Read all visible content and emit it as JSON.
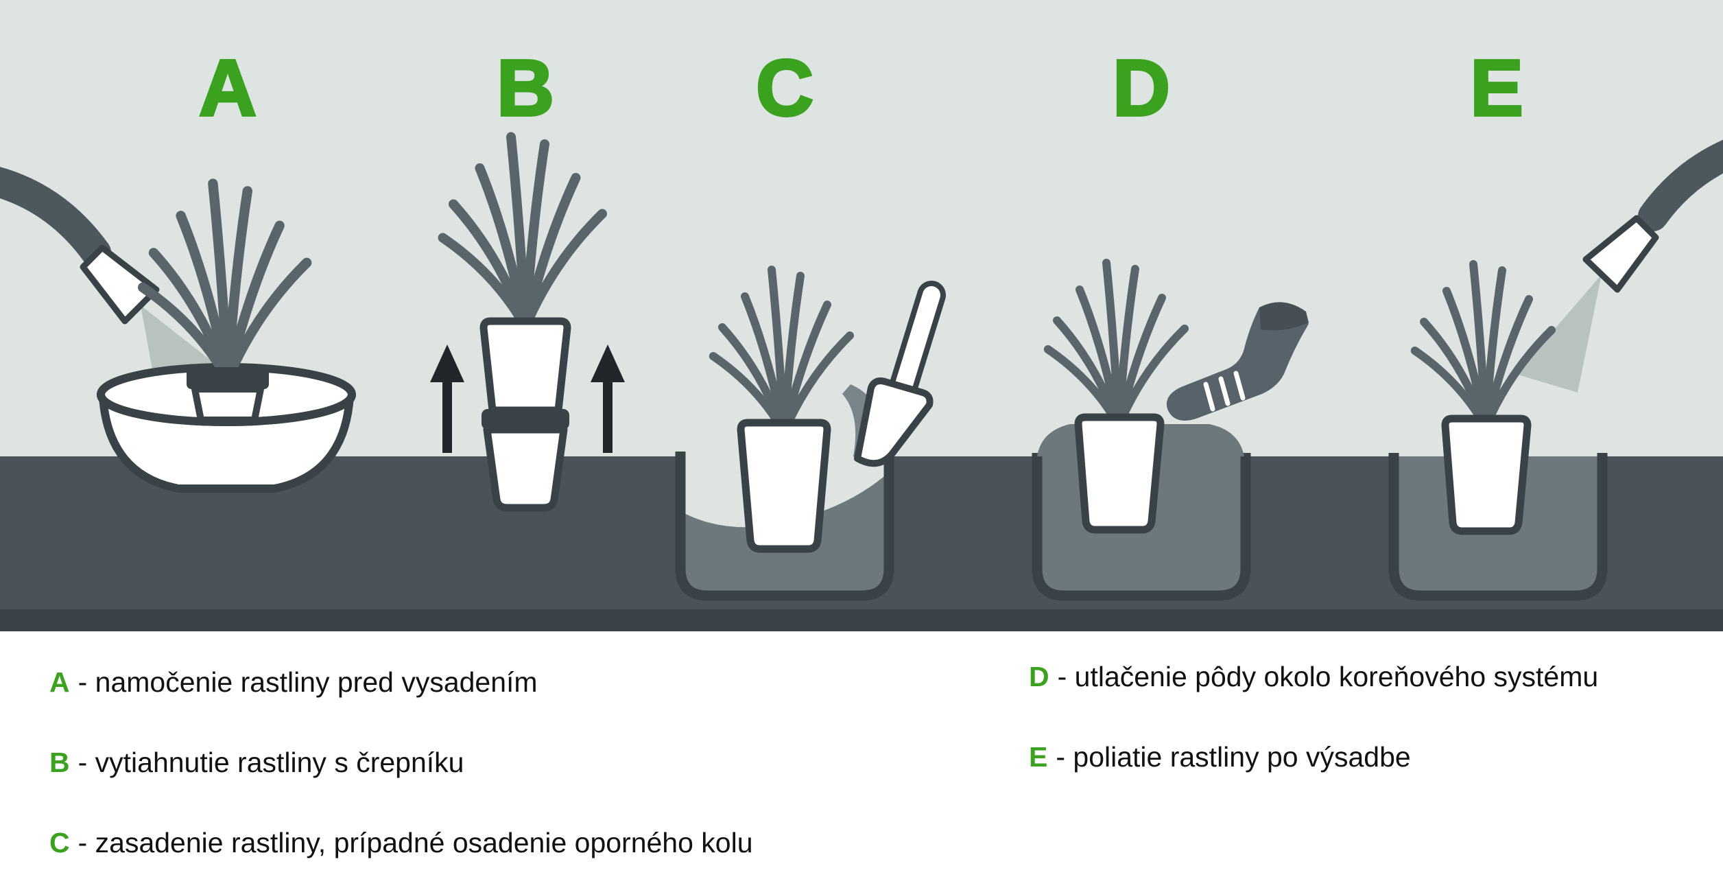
{
  "figure": {
    "steps": [
      {
        "letter": "A",
        "illustration": "soaking-plant-in-water-basin"
      },
      {
        "letter": "B",
        "illustration": "removing-plant-from-pot"
      },
      {
        "letter": "C",
        "illustration": "planting-in-hole-with-trowel"
      },
      {
        "letter": "D",
        "illustration": "pressing-soil-with-boot"
      },
      {
        "letter": "E",
        "illustration": "watering-plant-after-planting"
      }
    ],
    "colors": {
      "panel_background": "#dde4e1",
      "ground": "#4a5357",
      "ground_bottom_band": "#3a4347",
      "hole_fill": "#6d787c",
      "outline": "#394246",
      "stem": "#5a656b",
      "pot_white": "#ffffff",
      "water_spray": "#b8c3c0",
      "letter_green": "#3aa21e",
      "arrow_black": "#20262a"
    }
  },
  "legend": {
    "left_column": [
      {
        "letter": "A",
        "text": "- namočenie rastliny pred vysadením"
      },
      {
        "letter": "B",
        "text": "- vytiahnutie rastliny s črepníku"
      },
      {
        "letter": "C",
        "text": "- zasadenie rastliny, prípadné osadenie oporného kolu"
      }
    ],
    "right_column": [
      {
        "letter": "D",
        "text": "- utlačenie pôdy okolo koreňového systému"
      },
      {
        "letter": "E",
        "text": "- poliatie rastliny po výsadbe"
      }
    ]
  }
}
